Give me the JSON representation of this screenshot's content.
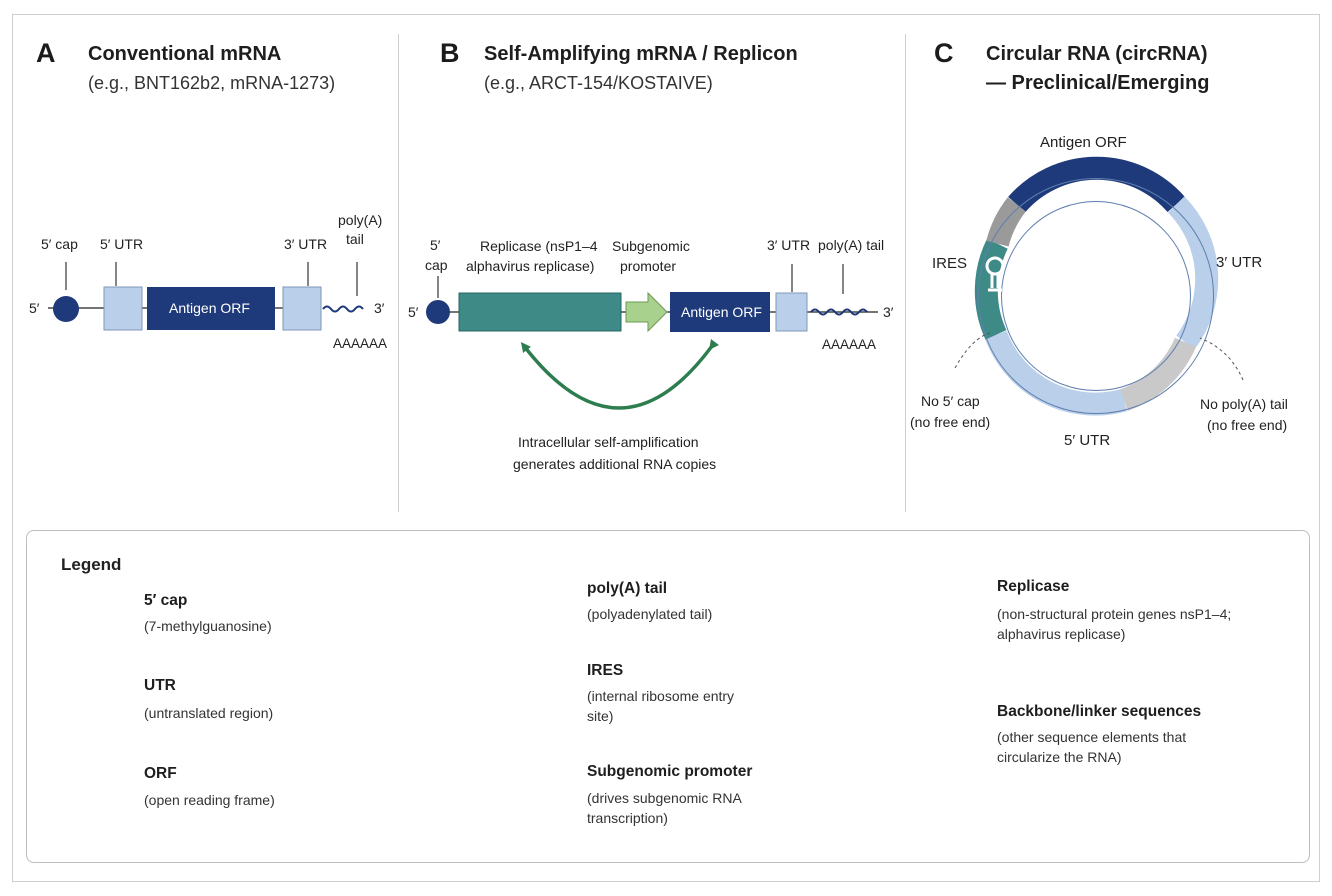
{
  "panels": {
    "a": {
      "letter": "A",
      "title": "Conventional mRNA",
      "subtitle": "(e.g., BNT162b2, mRNA-1273)"
    },
    "b": {
      "letter": "B",
      "title": "Self-Amplifying mRNA / Replicon",
      "subtitle": "(e.g., ARCT-154/KOSTAIVE)"
    },
    "c": {
      "letter": "C",
      "title": "Circular RNA (circRNA)",
      "subtitle": "— Preclinical/Emerging"
    }
  },
  "panel_a": {
    "five_prime": "5′",
    "three_prime": "3′",
    "cap_label": "5′ cap",
    "utr5_label": "5′ UTR",
    "utr3_label": "3′ UTR",
    "polya_label_1": "poly(A)",
    "polya_label_2": "tail",
    "orf_text": "Antigen ORF",
    "polya_seq": "AAAAAA"
  },
  "panel_b": {
    "five_prime": "5′",
    "three_prime": "3′",
    "cap_label_1": "5′",
    "cap_label_2": "cap",
    "replicase_label_1": "Replicase (nsP1–4",
    "replicase_label_2": "alphavirus replicase)",
    "promoter_label_1": "Subgenomic",
    "promoter_label_2": "promoter",
    "utr3_label": "3′ UTR",
    "polya_label": "poly(A) tail",
    "orf_text": "Antigen ORF",
    "polya_seq": "AAAAAA",
    "amp_label_1": "Intracellular self-amplification",
    "amp_label_2": "generates additional RNA copies"
  },
  "panel_c": {
    "orf_label": "Antigen ORF",
    "ires_label": "IRES",
    "utr3_label": "3′ UTR",
    "utr5_label": "5′ UTR",
    "nocap_1": "No 5′ cap",
    "nocap_2": "(no free end)",
    "nopolya_1": "No poly(A) tail",
    "nopolya_2": "(no free end)"
  },
  "legend": {
    "title": "Legend",
    "items": [
      {
        "name": "5′ cap",
        "desc": "(7-methylguanosine)"
      },
      {
        "name": "UTR",
        "desc": "(untranslated region)"
      },
      {
        "name": "ORF",
        "desc": "(open reading frame)"
      },
      {
        "name": "poly(A) tail",
        "desc": "(polyadenylated tail)"
      },
      {
        "name": "IRES",
        "desc": "(internal ribosome entry site)"
      },
      {
        "name": "Subgenomic promoter",
        "desc": "(drives subgenomic RNA transcription)"
      },
      {
        "name": "Replicase",
        "desc": "(non-structural protein genes nsP1–4; alphavirus replicase)"
      },
      {
        "name": "Backbone/linker sequences",
        "desc": "(other sequence elements that circularize the RNA)"
      }
    ]
  },
  "colors": {
    "navy": "#1f3a7a",
    "utr": "#b9cfea",
    "teal": "#3d8a87",
    "promoter": "#a9d18e",
    "arrow_green": "#2e7d4f",
    "backbone": "#c9c9c9",
    "ires_stroke": "#1f7a6b"
  }
}
